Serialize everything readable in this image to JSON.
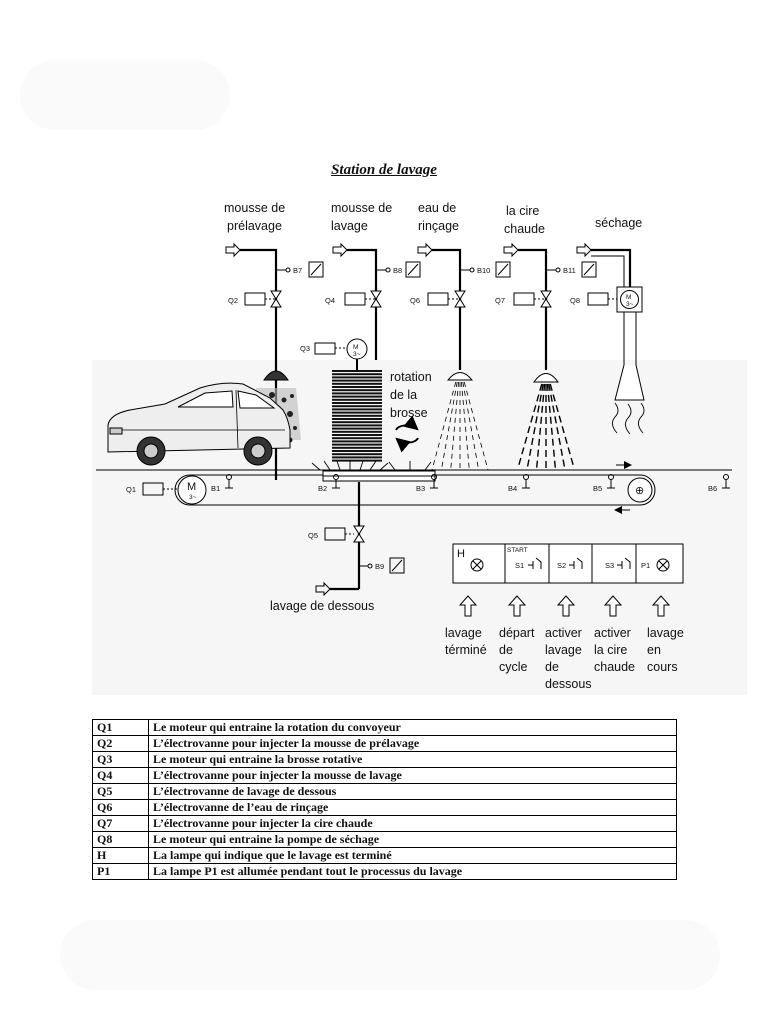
{
  "title": "Station de lavage",
  "diagram": {
    "stations": [
      {
        "label_line1": "mousse de",
        "label_line2": "prélavage",
        "sensor": "B7",
        "valve": "Q2"
      },
      {
        "label_line1": "mousse de",
        "label_line2": "lavage",
        "sensor": "B8",
        "valve": "Q4"
      },
      {
        "label_line1": "eau de",
        "label_line2": "rinçage",
        "sensor": "B10",
        "valve": "Q6"
      },
      {
        "label_line1": "la cire",
        "label_line2": "chaude",
        "sensor": "B11",
        "valve": "Q7"
      },
      {
        "label_line1": "séchage",
        "label_line2": "",
        "sensor": "",
        "valve": "Q8"
      }
    ],
    "brush_motor": "Q3",
    "rotation_label": [
      "rotation",
      "de la",
      "brosse"
    ],
    "conveyor_motor": "Q1",
    "motor_symbol": "M",
    "motor_sub": "3~",
    "conveyor_sensors": [
      "B1",
      "B2",
      "B3",
      "B4",
      "B5",
      "B6"
    ],
    "under_wash": {
      "valve": "Q5",
      "sensor": "B9",
      "label": "lavage de dessous"
    },
    "panel": {
      "lamp_h": "H",
      "start_label": "START",
      "buttons": [
        "S1",
        "S2",
        "S3"
      ],
      "lamp_p1": "P1"
    },
    "panel_captions": [
      [
        "lavage",
        "términé"
      ],
      [
        "départ",
        "de",
        "cycle"
      ],
      [
        "activer",
        "lavage",
        "de",
        "dessous"
      ],
      [
        "activer",
        "la cire",
        "chaude"
      ],
      [
        "lavage",
        "en",
        "cours"
      ]
    ]
  },
  "legend": [
    {
      "code": "Q1",
      "desc": "Le moteur qui entraine la rotation du convoyeur"
    },
    {
      "code": "Q2",
      "desc": "L’électrovanne pour injecter la mousse de prélavage"
    },
    {
      "code": "Q3",
      "desc": "Le moteur qui entraine la brosse rotative"
    },
    {
      "code": "Q4",
      "desc": "L’électrovanne pour injecter la mousse de lavage"
    },
    {
      "code": "Q5",
      "desc": "L’électrovanne de lavage de dessous"
    },
    {
      "code": "Q6",
      "desc": "L’électrovanne de l’eau de rinçage"
    },
    {
      "code": "Q7",
      "desc": "L’électrovanne pour injecter la cire chaude"
    },
    {
      "code": "Q8",
      "desc": "Le moteur qui entraine la pompe de séchage"
    },
    {
      "code": "H",
      "desc": "La lampe qui indique que le lavage est terminé"
    },
    {
      "code": "P1",
      "desc": "La lampe P1 est allumée pendant tout le processus du lavage"
    }
  ]
}
